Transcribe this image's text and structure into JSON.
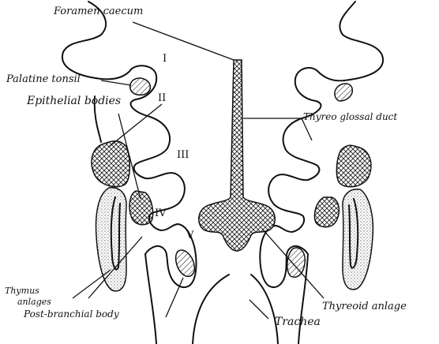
{
  "labels": {
    "foramen_caecum": "Foramen caecum",
    "palatine_tonsil": "Palatine tonsil",
    "epithelial_bodies": "Epithelial bodies",
    "thyreo_glossal_duct": "Thyreo glossal duct",
    "thymus_anlages_line1": "Thymus",
    "thymus_anlages_line2": "anlages",
    "post_branchial_body": "Post-branchial body",
    "thyreoid_anlage": "Thyreoid anlage",
    "trachea": "Trachea"
  },
  "pouch_numerals": [
    "I",
    "II",
    "III",
    "IV",
    "V"
  ]
}
